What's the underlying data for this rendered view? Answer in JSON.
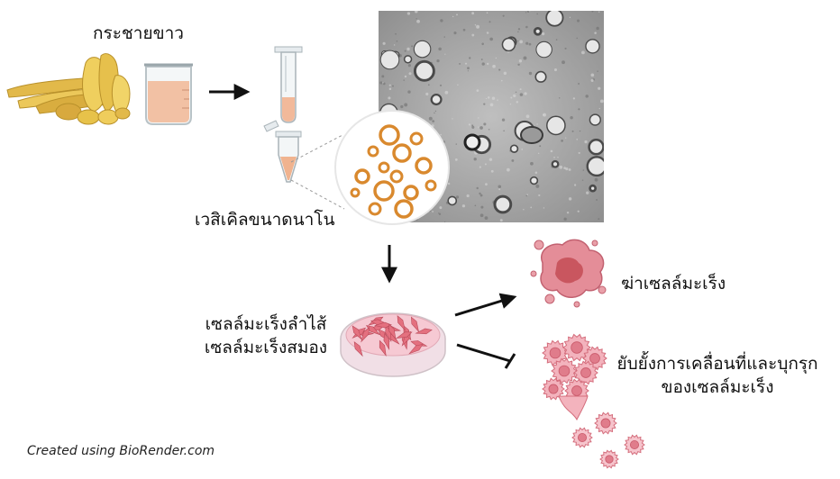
{
  "labels": {
    "source": "กระชายขาว",
    "vesicles": "เวสิเคิลขนาดนาโน",
    "cell_lines": [
      "เซลล์มะเร็งลำไส้",
      "เซลล์มะเร็งสมอง"
    ],
    "effect_kill": "ฆ่าเซลล์มะเร็ง",
    "effect_inhibit": [
      "ยับยั้งการเคลื่อนที่และบุกรุก",
      "ของเซลล์มะเร็ง"
    ]
  },
  "credit": "Created using BioRender.com",
  "icons": {
    "roots": "fingerroot-rhizome-icon",
    "beaker": "beaker-icon",
    "column": "centrifugal-filter-icon",
    "tube": "microcentrifuge-tube-icon",
    "tem": "tem-micrograph",
    "zoom": "vesicle-zoom-circle",
    "dish": "petri-dish-icon",
    "dead": "dead-cell-icon",
    "migrating": "migrating-cells-icon"
  },
  "colors": {
    "root": "#e7c24a",
    "vesicle": "#d9892e",
    "cell": "#d97a86",
    "arrow": "#111111"
  }
}
